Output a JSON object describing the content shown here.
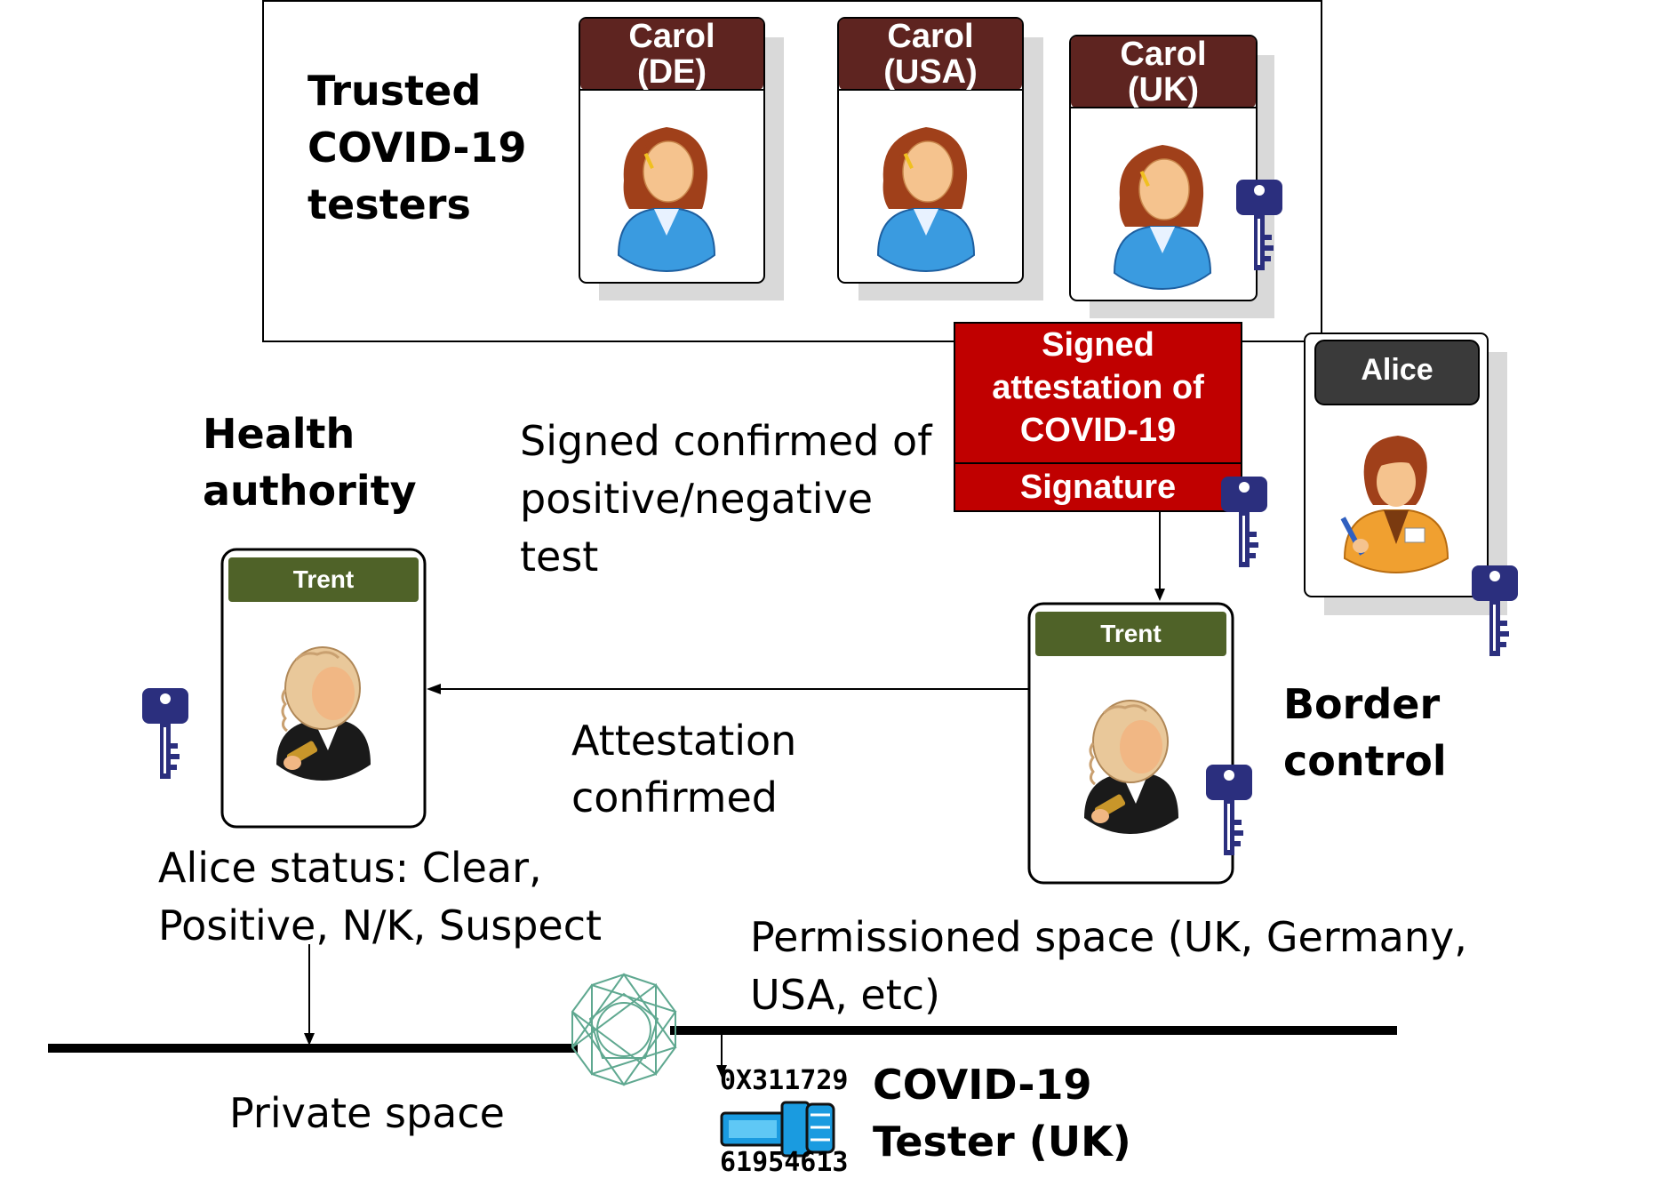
{
  "colors": {
    "carol_header": "#5e2420",
    "trent_header": "#4f6228",
    "alice_header": "#3a3a3a",
    "attestation_red": "#c00000",
    "key_blue": "#2b2f7e",
    "hair_brown": "#a0401a",
    "shirt_blue": "#3a9be0",
    "network_teal": "#5fa890",
    "chip_blue": "#1a9be0"
  },
  "testers": {
    "heading_lines": [
      "Trusted",
      "COVID-19",
      "testers"
    ],
    "cards": [
      {
        "name_line1": "Carol",
        "name_line2": "(DE)",
        "icon": "female-tester-avatar-icon",
        "has_key": false
      },
      {
        "name_line1": "Carol",
        "name_line2": "(USA)",
        "icon": "female-tester-avatar-icon",
        "has_key": false
      },
      {
        "name_line1": "Carol",
        "name_line2": "(UK)",
        "icon": "female-tester-avatar-icon",
        "has_key": true
      }
    ]
  },
  "attestation": {
    "lines": [
      "Signed",
      "attestation of",
      "COVID-19"
    ],
    "signature": "Signature"
  },
  "alice": {
    "name": "Alice",
    "icon": "traveller-writing-avatar-icon"
  },
  "health_authority": {
    "heading_lines": [
      "Health",
      "authority"
    ],
    "card_name": "Trent",
    "icon": "judge-avatar-icon"
  },
  "border_control": {
    "heading_lines": [
      "Border",
      "control"
    ],
    "card_name": "Trent",
    "icon": "judge-avatar-icon"
  },
  "labels": {
    "signed_confirmed": [
      "Signed confirmed of",
      "positive/negative",
      "test"
    ],
    "attestation_confirmed": [
      "Attestation",
      "confirmed"
    ],
    "alice_status": [
      "Alice status: Clear,",
      "Positive, N/K, Suspect"
    ],
    "permissioned_space": [
      "Permissioned space (UK, Germany,",
      "USA, etc)"
    ],
    "private_space": "Private space",
    "tester_uk": [
      "COVID-19",
      "Tester (UK)"
    ]
  },
  "blockchain_key": {
    "top": "0X311729",
    "bottom": "61954613",
    "icon": "blockchain-key-icon"
  },
  "network_icon": "network-mesh-icon",
  "key_icon": "key-icon"
}
